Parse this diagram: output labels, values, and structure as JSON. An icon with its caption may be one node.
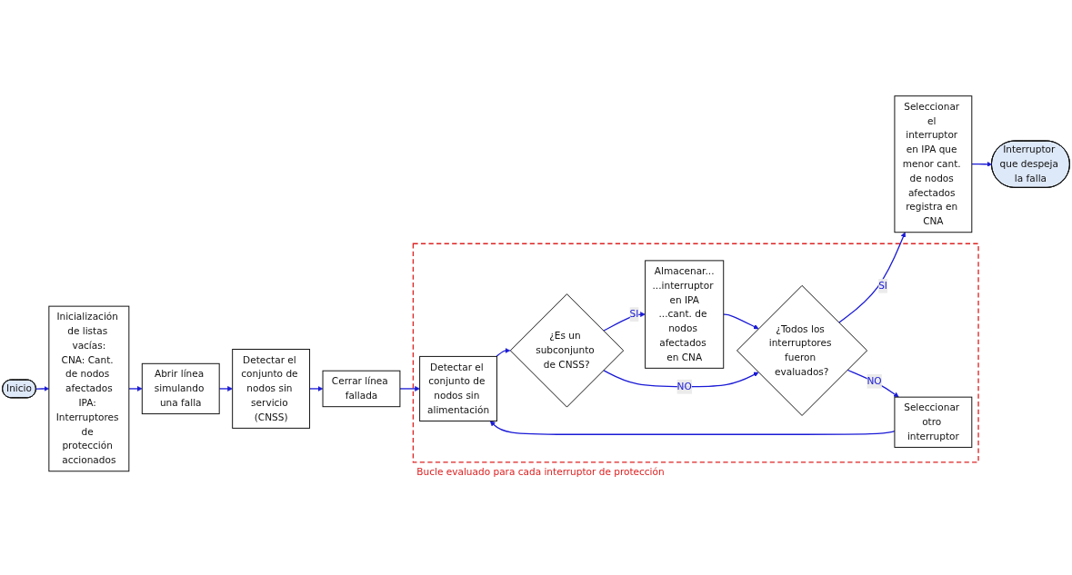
{
  "diagram": {
    "nodes": [
      {
        "text": [
          "Inicio"
        ]
      },
      {
        "text": [
          "Inicialización de listas vacías:",
          "CNA: Cant. de nodos afectados",
          "IPA: Interruptores de protección accionados"
        ]
      },
      {
        "text": [
          "Abrir línea simulando una falla"
        ]
      },
      {
        "text": [
          "Detectar el conjunto de nodos sin servicio (CNSS)"
        ]
      },
      {
        "text": [
          "Cerrar línea fallada"
        ]
      },
      {
        "text": [
          "Bucle evaluado para cada interruptor de protección"
        ]
      },
      {
        "text": [
          "Detectar el conjunto de nodos sin alimentación"
        ],
        "in": 5
      },
      {
        "text": [
          "¿Es un subconjunto de CNSS?"
        ],
        "in": 5
      },
      {
        "text": [
          "Almacenar...",
          "...interruptor en IPA",
          "...cant. de nodos afectados en CNA"
        ],
        "in": 5
      },
      {
        "text": [
          "¿Todos los interruptores fueron evaluados?"
        ],
        "in": 5
      },
      {
        "text": [
          "Seleccionar otro interruptor"
        ],
        "in": 5
      },
      {
        "text": [
          "Seleccionar el interruptor en IPA que menor cant. de nodos afectados registra en CNA"
        ]
      },
      {
        "text": [
          "Interruptor que despeja la falla"
        ]
      }
    ],
    "edges": [
      {
        "from": 0,
        "to": 1,
        "arrow": "to"
      },
      {
        "from": 1,
        "to": 2,
        "arrow": "to"
      },
      {
        "from": 2,
        "to": 3,
        "arrow": "to"
      },
      {
        "from": 3,
        "to": 4,
        "arrow": "to"
      },
      {
        "from": 4,
        "to": 6,
        "arrow": "to"
      },
      {
        "from": 6,
        "to": 7,
        "arrow": "to"
      },
      {
        "from": 7,
        "to": 8,
        "arrow": "to",
        "label": "SI"
      },
      {
        "from": 7,
        "to": 9,
        "arrow": "to",
        "label": "NO"
      },
      {
        "from": 8,
        "to": 9,
        "arrow": "to"
      },
      {
        "from": 9,
        "to": 11,
        "arrow": "to",
        "label": "SI"
      },
      {
        "from": 9,
        "to": 10,
        "arrow": "to",
        "label": "NO"
      },
      {
        "from": 10,
        "to": 6,
        "arrow": "to"
      },
      {
        "from": 11,
        "to": 12,
        "arrow": "to"
      }
    ]
  }
}
